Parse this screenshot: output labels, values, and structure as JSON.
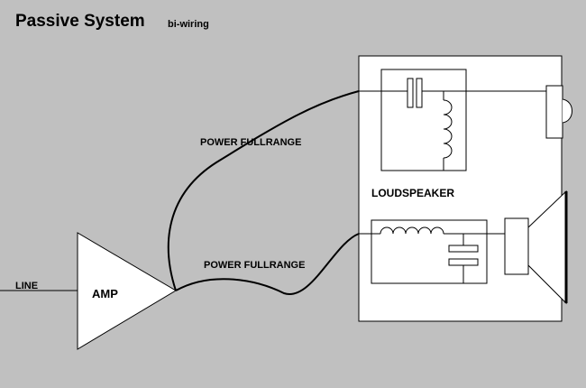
{
  "title": "Passive System",
  "subtitle": "bi-wiring",
  "labels": {
    "line": "LINE",
    "amp": "AMP",
    "cable_upper": "POWER FULLRANGE",
    "cable_lower": "POWER FULLRANGE",
    "loudspeaker": "LOUDSPEAKER"
  },
  "colors": {
    "background": "#c0c0c0",
    "box_fill": "#ffffff",
    "stroke": "#000000"
  }
}
